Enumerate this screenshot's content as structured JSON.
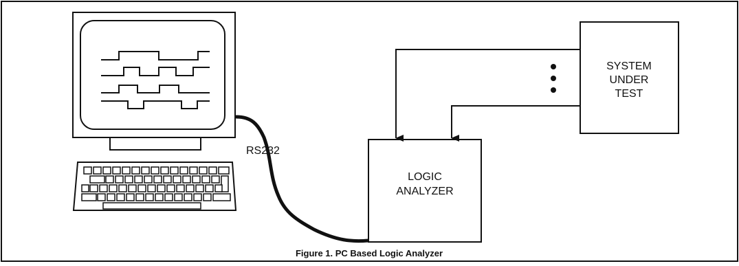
{
  "figure": {
    "caption": "Figure 1. PC Based Logic Analyzer",
    "cable_label": "RS232",
    "analyzer": {
      "line1": "LOGIC",
      "line2": "ANALYZER"
    },
    "system": {
      "line1": "SYSTEM",
      "line2": "UNDER",
      "line3": "TEST"
    },
    "monitor_traces": 4,
    "keyboard_rows": 5
  },
  "colors": {
    "ink": "#111111",
    "background": "#ffffff"
  }
}
